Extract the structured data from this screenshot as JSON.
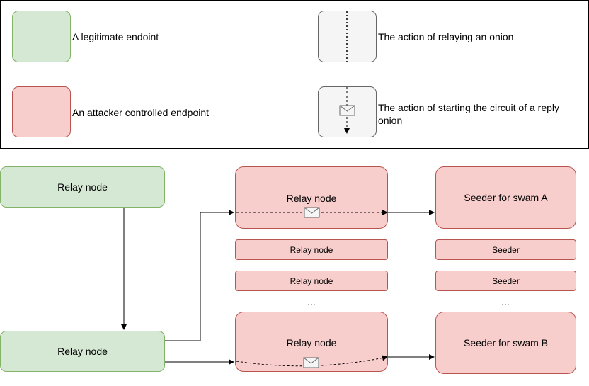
{
  "legend": {
    "legit_endpoint": "A legitimate endoint",
    "attacker_endpoint": "An attacker controlled endpoint",
    "relay_action": "The action of relaying an onion",
    "reply_action": "The action of starting the circuit of a reply onion"
  },
  "nodes": {
    "green_relay_top": "Relay node",
    "green_relay_bottom": "Relay node",
    "red_relay_top": "Relay node",
    "red_relay_small_1": "Relay node",
    "red_relay_small_2": "Relay node",
    "red_relay_bottom": "Relay node",
    "seeder_a": "Seeder for swam A",
    "seeder_small_1": "Seeder",
    "seeder_small_2": "Seeder",
    "seeder_b": "Seeder for swam B",
    "ellipsis_relays": "...",
    "ellipsis_seeders": "..."
  },
  "colors": {
    "legit_fill": "#d5e8d4",
    "legit_stroke": "#82b366",
    "attacker_fill": "#f8cecc",
    "attacker_stroke": "#b85450",
    "action_fill": "#f5f5f5",
    "action_stroke": "#666666"
  }
}
